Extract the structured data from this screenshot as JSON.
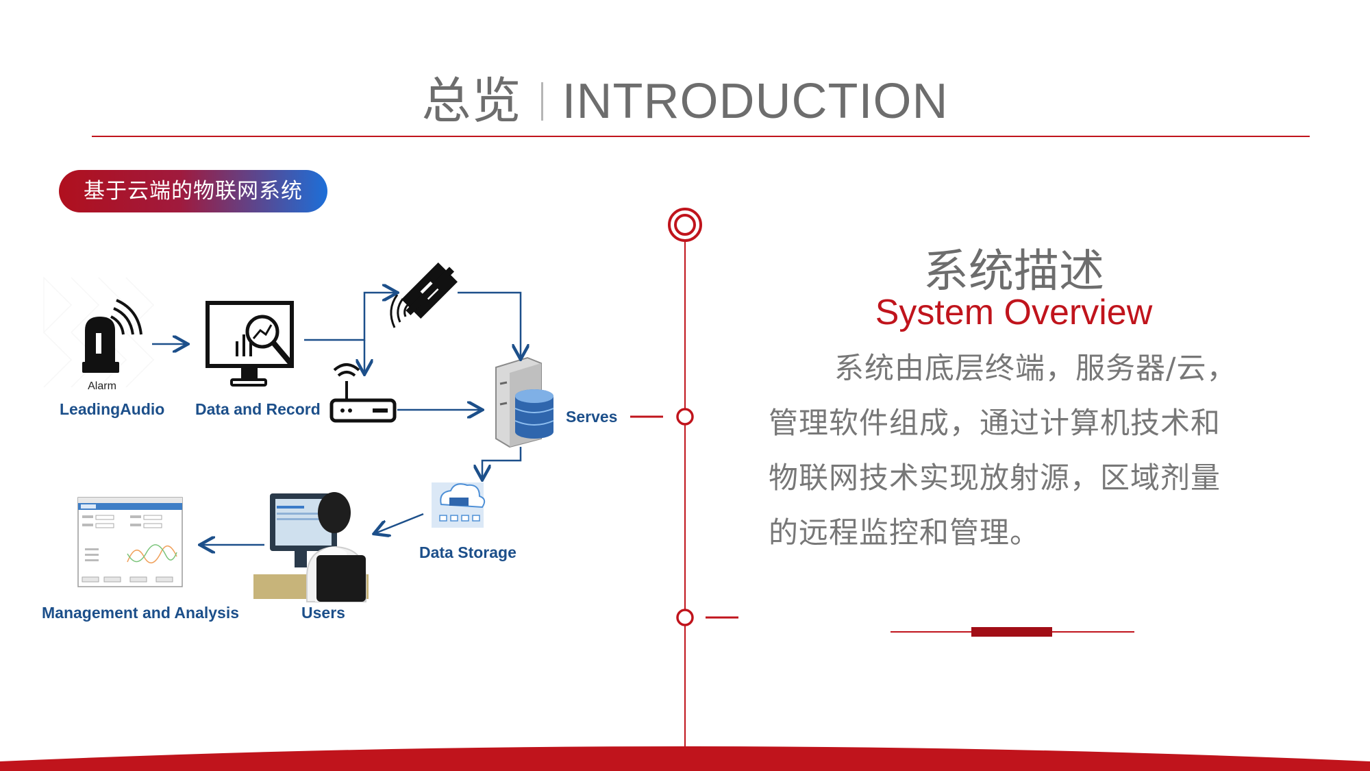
{
  "header": {
    "title_zh": "总览",
    "title_en": "INTRODUCTION"
  },
  "badge": {
    "label": "基于云端的物联网系统"
  },
  "diagram": {
    "alarm_caption": "Alarm",
    "labels": {
      "leading_audio": "LeadingAudio",
      "data_record": "Data and Record",
      "serves": "Serves",
      "data_storage": "Data Storage",
      "users": "Users",
      "management": "Management and Analysis"
    }
  },
  "description": {
    "title_zh": "系统描述",
    "title_en": "System Overview",
    "body": "系统由底层终端，服务器/云，管理软件组成，通过计算机技术和物联网技术实现放射源，区域剂量的远程监控和管理。"
  },
  "colors": {
    "accent_red": "#c0141c",
    "diagram_blue": "#1c4f8a",
    "text_gray": "#6d6d6d"
  },
  "icons": [
    "alarm-light-icon",
    "monitor-magnifier-icon",
    "satellite-icon",
    "router-icon",
    "server-database-icon",
    "cloud-storage-icon",
    "user-at-computer-icon",
    "software-window-icon"
  ]
}
